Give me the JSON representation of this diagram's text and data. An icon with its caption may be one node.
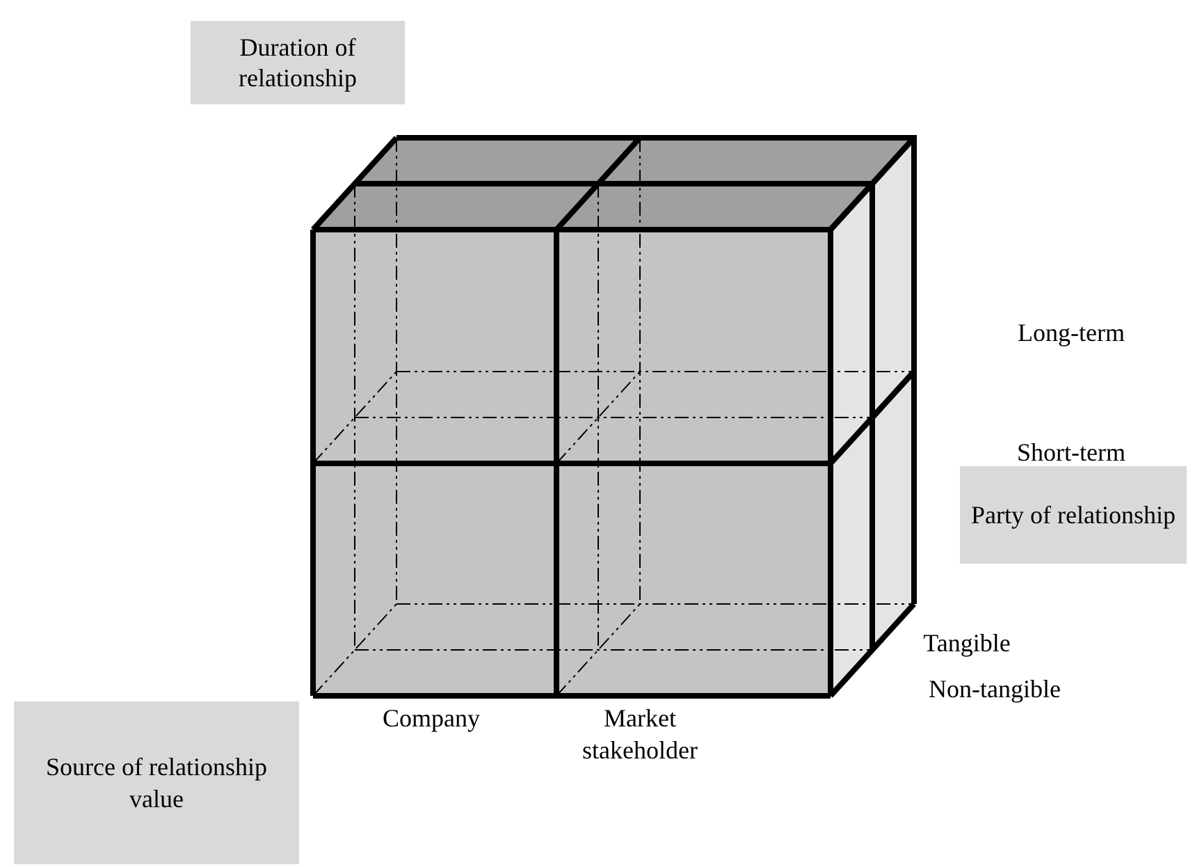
{
  "diagram": {
    "nodes": [
      {
        "text": [
          "Duration of relationship"
        ]
      },
      {
        "text": [
          "Party of relationship"
        ]
      },
      {
        "text": [
          "Source of relationship value"
        ]
      }
    ],
    "labels": [
      "Long-term",
      "Short-term",
      "Tangible",
      "Non-tangible",
      "Company",
      "Market stakeholder"
    ]
  }
}
